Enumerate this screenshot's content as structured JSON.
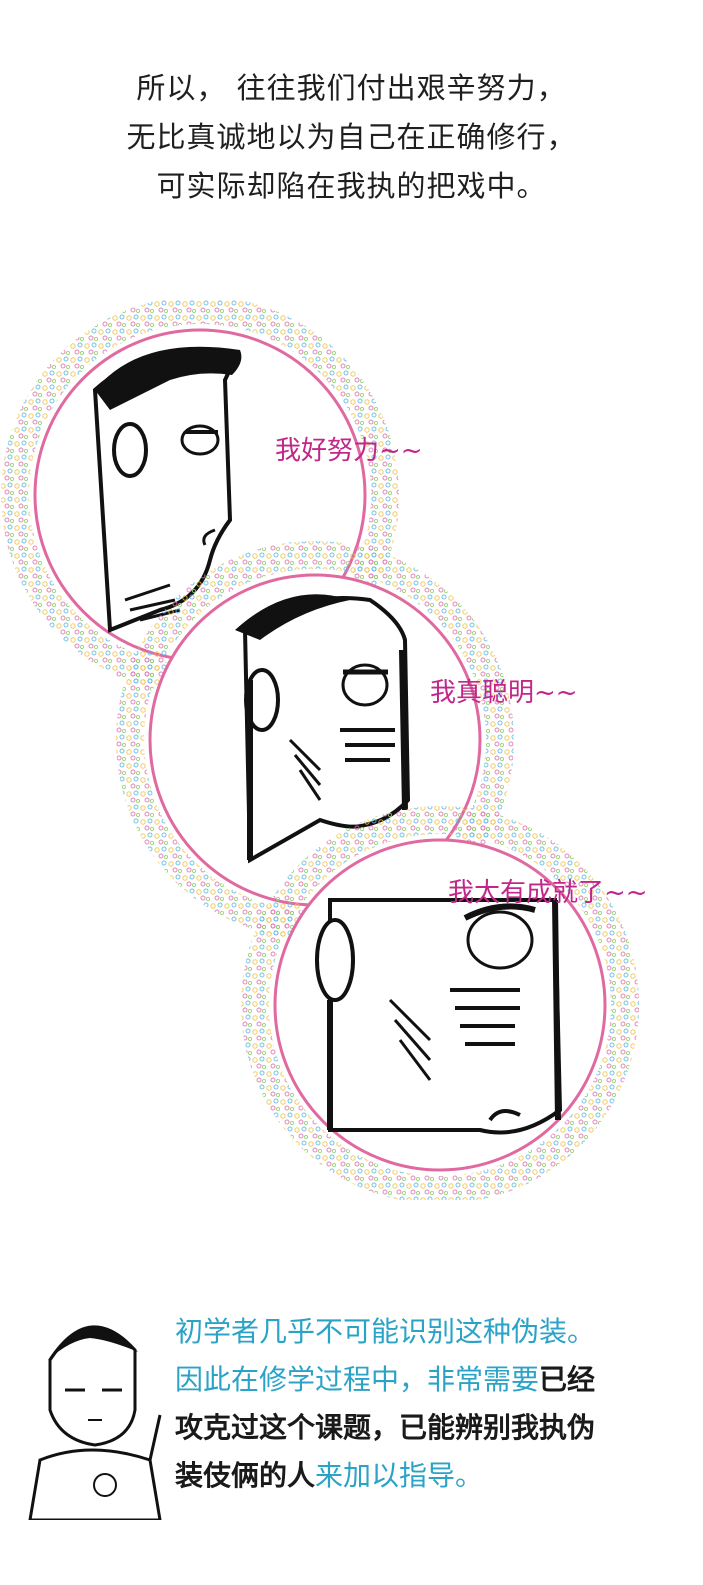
{
  "intro": {
    "lines": [
      "所以， 往往我们付出艰辛努力，",
      "无比真诚地以为自己在正确修行，",
      "可实际却陷在我执的把戏中。"
    ]
  },
  "bubbles": [
    {
      "text": "我好努力~~"
    },
    {
      "text": "我真聪明~~"
    },
    {
      "text": "我太有成就了~~"
    }
  ],
  "footer": {
    "line1": "初学者几乎不可能识别这种伪装。",
    "line2_teal": "因此在修学过程中，非常需要",
    "line2_dark": "已经",
    "line3_dark": "攻克过这个课题，已能辨别我执伪",
    "line4_dark": "装伎俩的人",
    "line4_teal": "来加以指导。"
  },
  "colors": {
    "text": "#1f1f1f",
    "bubble_text": "#c0278a",
    "teal": "#2aa3c6",
    "bubble_ring": "#e06aa0"
  }
}
